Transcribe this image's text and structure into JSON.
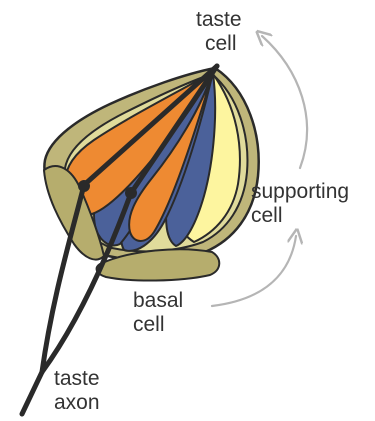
{
  "labels": {
    "taste_cell": [
      "taste",
      "cell"
    ],
    "supporting_cell": [
      "supporting",
      "cell"
    ],
    "basal_cell": [
      "basal",
      "cell"
    ],
    "taste_axon": [
      "taste",
      "axon"
    ]
  },
  "colors": {
    "outer_capsule": "#bfb67a",
    "inner_capsule": "#e0db9b",
    "supporting_cell": "#fdf59f",
    "taste_cell_orange": "#ee8a32",
    "taste_cell_blue": "#4b619a",
    "basal_cell": "#b6ad6d",
    "outline": "#2a2a2a",
    "arrow": "#b5b5b5",
    "label_text": "#333333"
  }
}
